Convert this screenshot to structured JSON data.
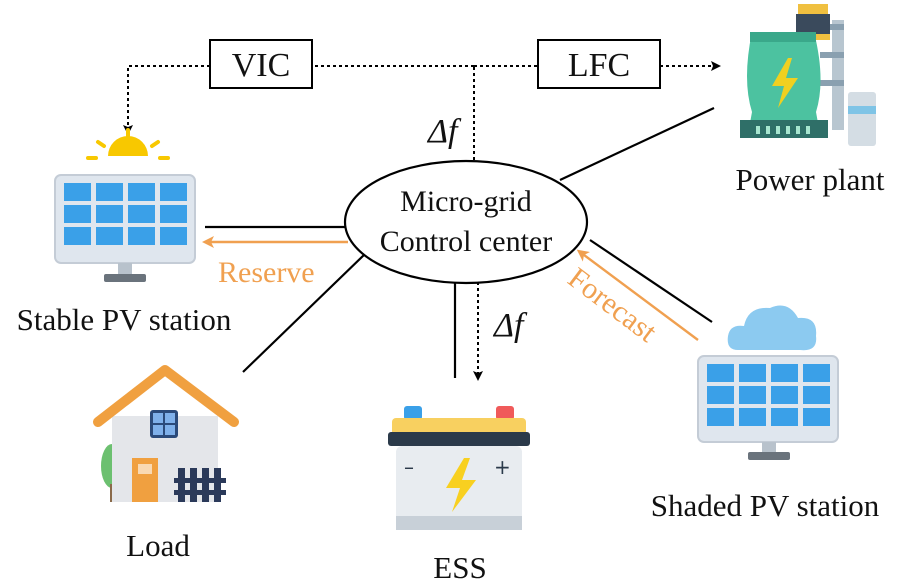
{
  "center": {
    "line1": "Micro-grid",
    "line2": "Control center"
  },
  "boxes": {
    "vic": "VIC",
    "lfc": "LFC"
  },
  "signals": {
    "df_top": "Δf",
    "df_bottom": "Δf"
  },
  "arrows": {
    "reserve": "Reserve",
    "forecast": "Forecast"
  },
  "nodes": {
    "stable_pv": "Stable PV station",
    "power_plant": "Power plant",
    "load": "Load",
    "ess": "ESS",
    "shaded_pv": "Shaded PV station"
  },
  "colors": {
    "accent": "#f0a050",
    "panel_blue": "#3aa0e8",
    "plant_green": "#4cc2a0",
    "house_orange": "#f0a040",
    "battery_yellow": "#f8d060"
  }
}
